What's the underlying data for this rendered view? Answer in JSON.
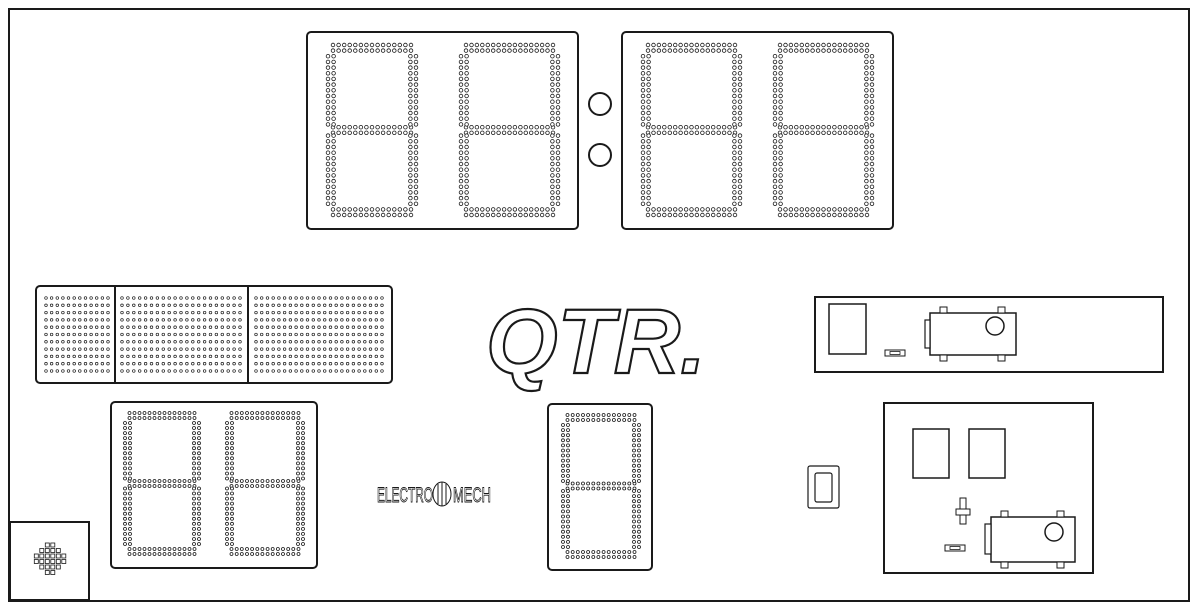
{
  "board": {
    "qtr_label": "QTR.",
    "brand_left": "ELECTRO",
    "brand_right": "MECH"
  },
  "colors": {
    "stroke": "#1a1a1a",
    "background": "#ffffff"
  }
}
